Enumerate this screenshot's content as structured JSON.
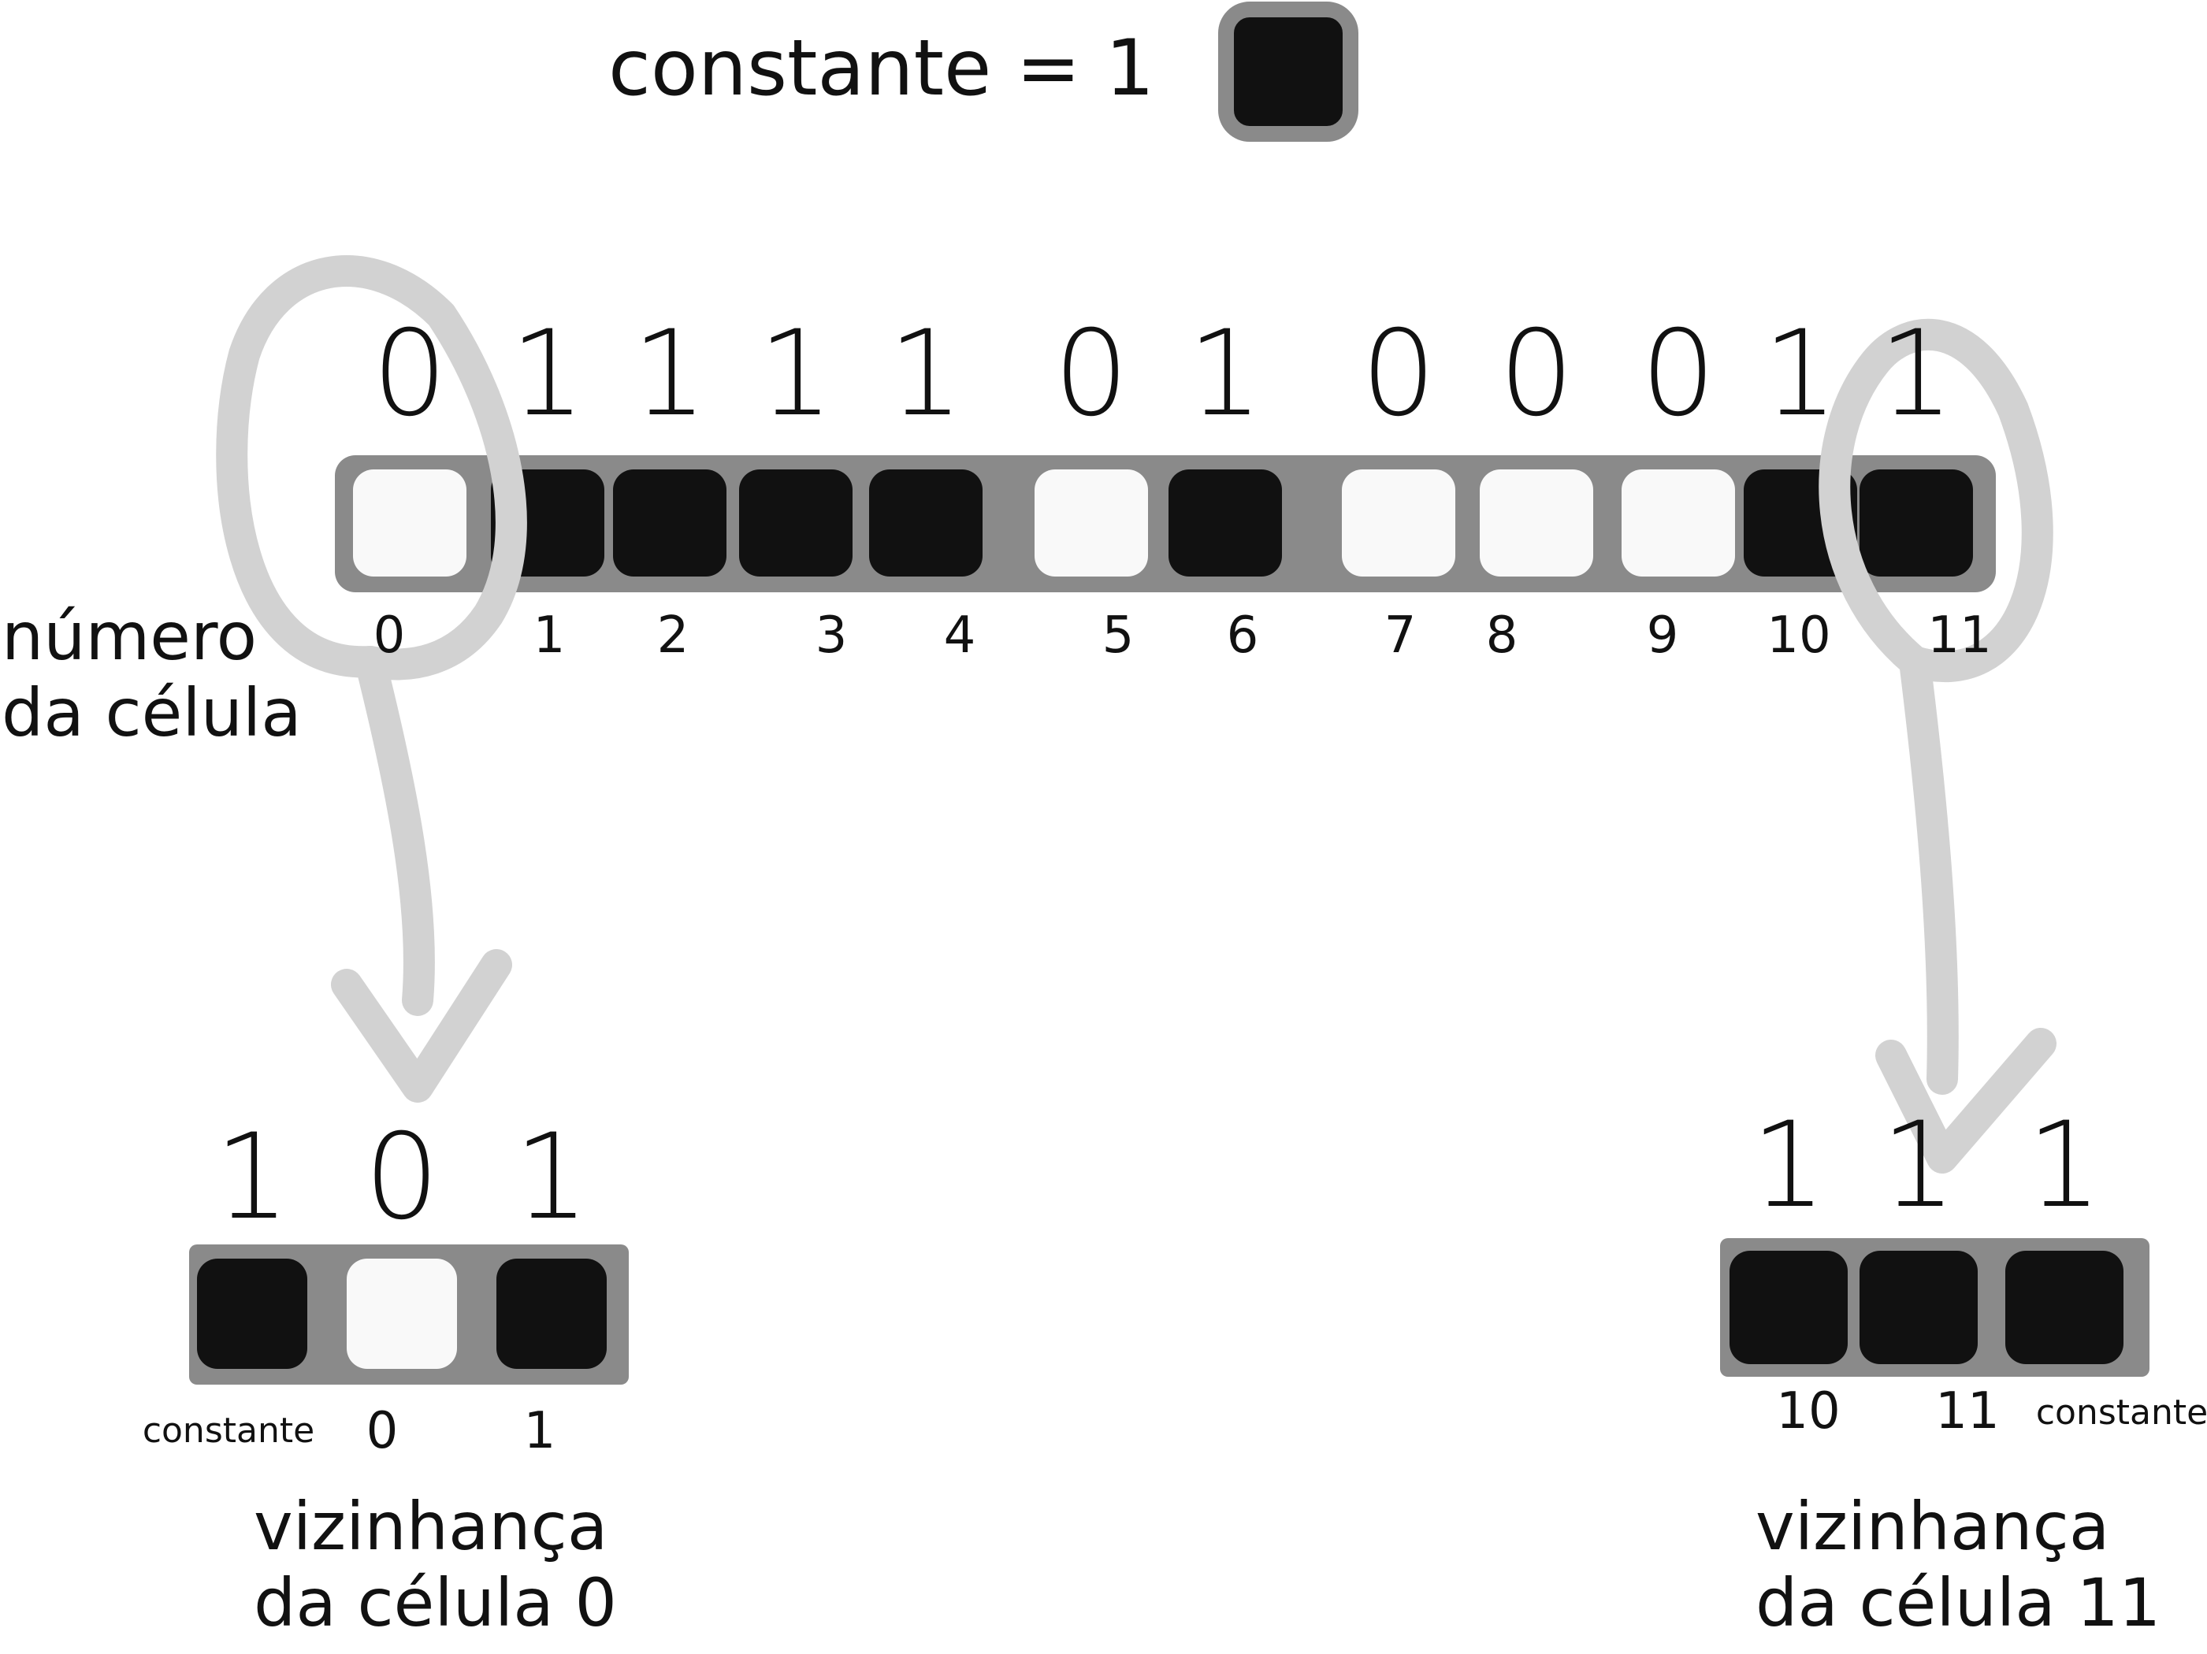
{
  "constant": {
    "label": "constante = 1",
    "value": 1
  },
  "main_row": {
    "bits": [
      "0",
      "1",
      "1",
      "1",
      "1",
      "0",
      "1",
      "0",
      "0",
      "0",
      "1",
      "1"
    ],
    "indices": [
      "0",
      "1",
      "2",
      "3",
      "4",
      "5",
      "6",
      "7",
      "8",
      "9",
      "10",
      "11"
    ],
    "index_caption_line1": "número",
    "index_caption_line2": "da célula"
  },
  "neighborhoods": [
    {
      "bits": [
        "1",
        "0",
        "1"
      ],
      "labels": [
        "constante",
        "0",
        "1"
      ],
      "caption_line1": "vizinhança",
      "caption_line2": "da célula 0"
    },
    {
      "bits": [
        "1",
        "1",
        "1"
      ],
      "labels": [
        "10",
        "11",
        "constante"
      ],
      "caption_line1": "vizinhança",
      "caption_line2": "da célula 11"
    }
  ],
  "colors": {
    "on_cell": "#111111",
    "off_cell": "#f9f9f9",
    "cell_border": "#8a8a8a",
    "loop_arrow": "#d2d2d2"
  }
}
